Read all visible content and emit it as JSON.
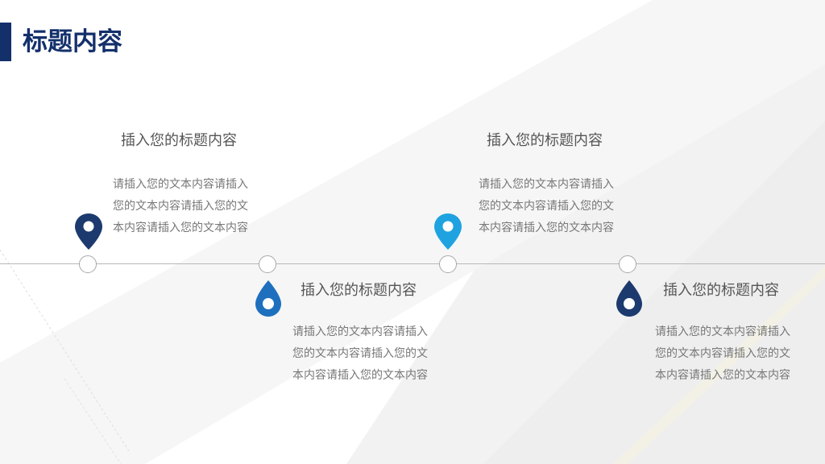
{
  "header": {
    "title": "标题内容"
  },
  "items": [
    {
      "title": "插入您的标题内容",
      "body": "请插入您的文本内容请插入您的文本内容请插入您的文本内容请插入您的文本内容",
      "pin_color": "#1c3a6e",
      "icon": "map-pin-icon"
    },
    {
      "title": "插入您的标题内容",
      "body": "请插入您的文本内容请插入您的文本内容请插入您的文本内容请插入您的文本内容",
      "pin_color": "#1e6fbe",
      "icon": "water-drop-icon"
    },
    {
      "title": "插入您的标题内容",
      "body": "请插入您的文本内容请插入您的文本内容请插入您的文本内容请插入您的文本内容",
      "pin_color": "#1fa3e0",
      "icon": "map-pin-icon"
    },
    {
      "title": "插入您的标题内容",
      "body": "请插入您的文本内容请插入您的文本内容请插入您的文本内容请插入您的文本内容",
      "pin_color": "#1c3a6e",
      "icon": "water-drop-icon"
    }
  ],
  "colors": {
    "accent": "#14306b",
    "line": "#b8b8b8"
  }
}
